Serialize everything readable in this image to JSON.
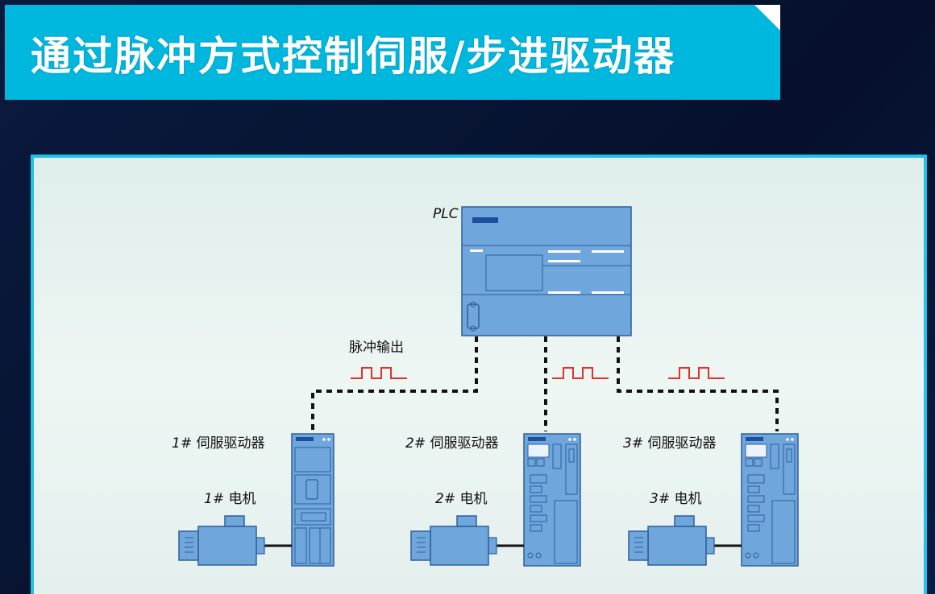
{
  "title": "通过脉冲方式控制伺服/步进驱动器",
  "diagram": {
    "plc_label": "PLC",
    "pulse_label": "脉冲输出",
    "drives": [
      {
        "num": "1#",
        "drive_label": "伺服驱动器",
        "motor_label": "电机"
      },
      {
        "num": "2#",
        "drive_label": "伺服驱动器",
        "motor_label": "电机"
      },
      {
        "num": "3#",
        "drive_label": "伺服驱动器",
        "motor_label": "电机"
      }
    ]
  },
  "colors": {
    "banner": "#00b7de",
    "device_fill": "#6fa6dc",
    "device_stroke": "#2f5f9a",
    "wire": "#111111",
    "pulse": "#e0322a"
  }
}
